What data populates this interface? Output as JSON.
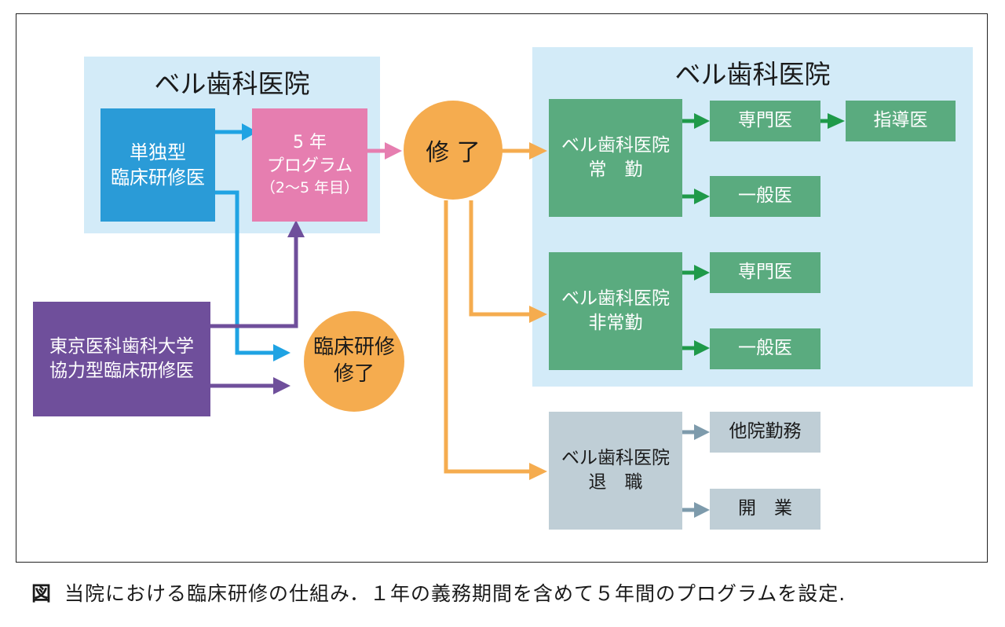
{
  "left_panel": {
    "title": "ベル歯科医院"
  },
  "right_panel": {
    "title": "ベル歯科医院"
  },
  "solo_resident": {
    "line1": "単独型",
    "line2": "臨床研修医"
  },
  "program": {
    "line1": "5 年",
    "line2": "プログラム",
    "line3": "（2～5 年目）"
  },
  "completion": {
    "label": "修 了"
  },
  "tmdu_resident": {
    "line1": "東京医科歯科大学",
    "line2": "協力型臨床研修医"
  },
  "training_complete": {
    "line1": "臨床研修",
    "line2": "修了"
  },
  "fulltime": {
    "line1": "ベル歯科医院",
    "line2": "常　勤",
    "specialist": "専門医",
    "instructor": "指導医",
    "general": "一般医"
  },
  "parttime": {
    "line1": "ベル歯科医院",
    "line2": "非常勤",
    "specialist": "専門医",
    "general": "一般医"
  },
  "retire": {
    "line1": "ベル歯科医院",
    "line2": "退　職",
    "other_clinic": "他院勤務",
    "open_practice": "開　業"
  },
  "caption": {
    "label": "図",
    "text": "当院における臨床研修の仕組み．１年の義務期間を含めて５年間のプログラムを設定."
  },
  "colors": {
    "panel": "#d3ebf8",
    "blue": "#2a9bd7",
    "pink": "#e67eb0",
    "orange": "#f5ac4f",
    "purple": "#6f4f9b",
    "green": "#5aab7f",
    "gray": "#bfced6",
    "arrow_blue": "#1fa3e3",
    "arrow_green": "#1f9a4a",
    "arrow_gray": "#7e9bac"
  }
}
